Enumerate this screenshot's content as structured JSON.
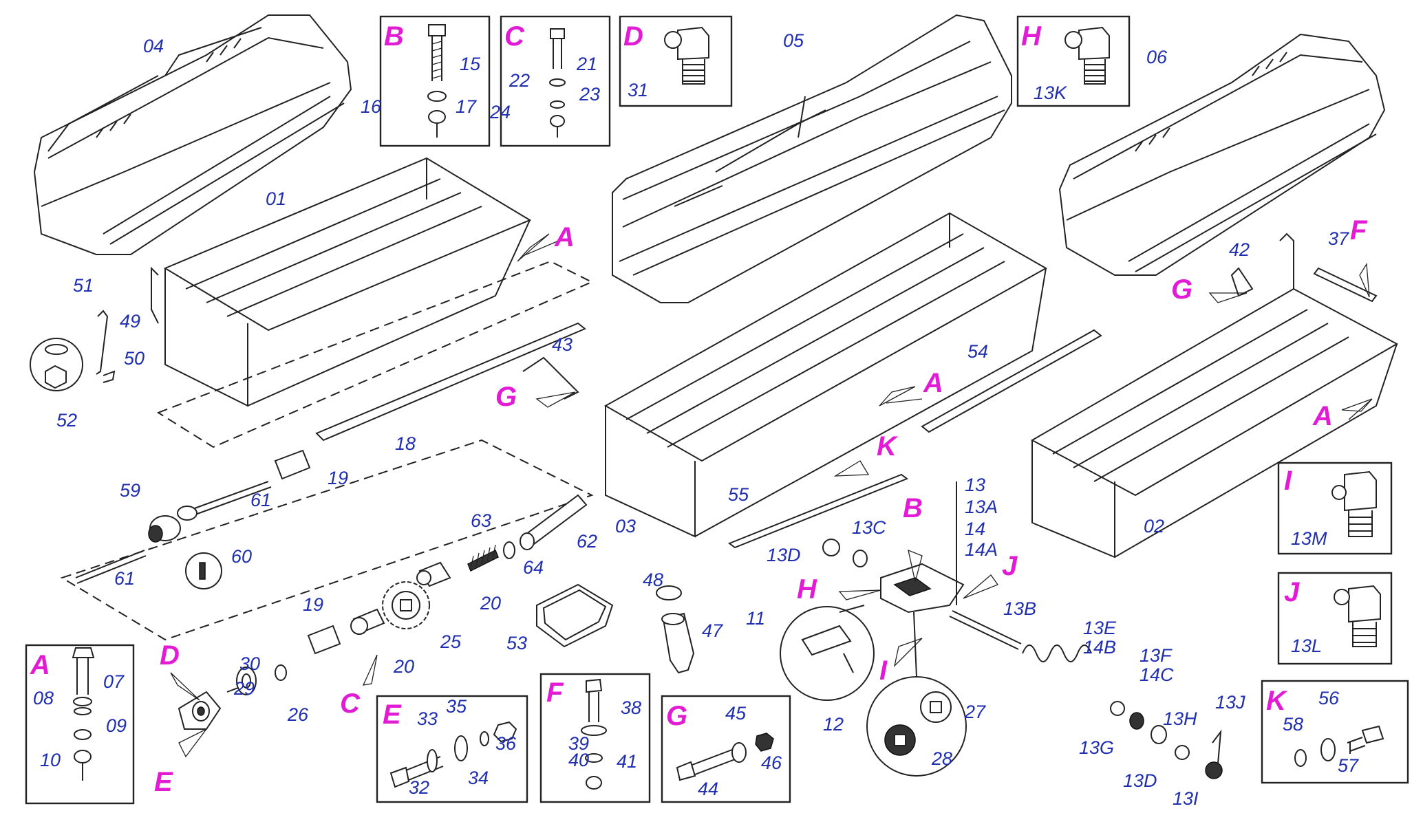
{
  "diagram": {
    "part_labels": [
      "04",
      "05",
      "06",
      "01",
      "02",
      "03",
      "15",
      "16",
      "17",
      "21",
      "22",
      "23",
      "24",
      "31",
      "13K",
      "51",
      "49",
      "50",
      "52",
      "43",
      "18",
      "19",
      "59",
      "61",
      "60",
      "61",
      "63",
      "64",
      "62",
      "20",
      "25",
      "20",
      "19",
      "30",
      "26",
      "29",
      "53",
      "48",
      "47",
      "07",
      "08",
      "09",
      "10",
      "33",
      "35",
      "36",
      "32",
      "34",
      "38",
      "39",
      "40",
      "41",
      "45",
      "46",
      "44",
      "42",
      "37",
      "54",
      "55",
      "13",
      "13A",
      "14",
      "14A",
      "13C",
      "13D",
      "11",
      "12",
      "27",
      "28",
      "13B",
      "13E",
      "14B",
      "13F",
      "14C",
      "13G",
      "13H",
      "13J",
      "13D",
      "13I",
      "13M",
      "13L",
      "56",
      "58",
      "57"
    ],
    "detail_letters": [
      "B",
      "C",
      "D",
      "H",
      "A",
      "A",
      "A",
      "G",
      "G",
      "F",
      "K",
      "B",
      "H",
      "J",
      "I",
      "D",
      "E",
      "C",
      "A",
      "E",
      "F",
      "G",
      "I",
      "J",
      "K"
    ]
  },
  "colors": {
    "part_number": "#1f2fb0",
    "detail_letter": "#e21bd5",
    "line": "#222222"
  }
}
